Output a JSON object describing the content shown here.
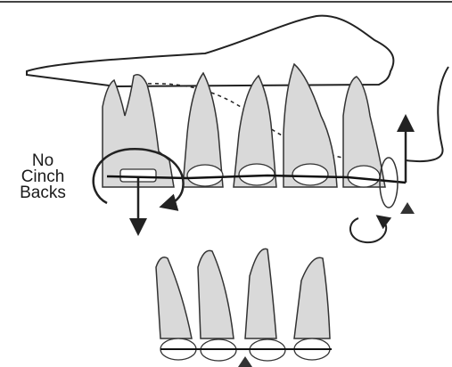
{
  "annotation": {
    "lines": [
      "No",
      "Cinch",
      "Backs"
    ]
  },
  "colors": {
    "tooth_fill": "#d9d9d9",
    "outline": "#222222",
    "background": "#ffffff"
  },
  "icons": [
    "up-arrow-icon",
    "down-arrow-icon",
    "rotation-arrow-icon",
    "triangle-marker-icon"
  ]
}
